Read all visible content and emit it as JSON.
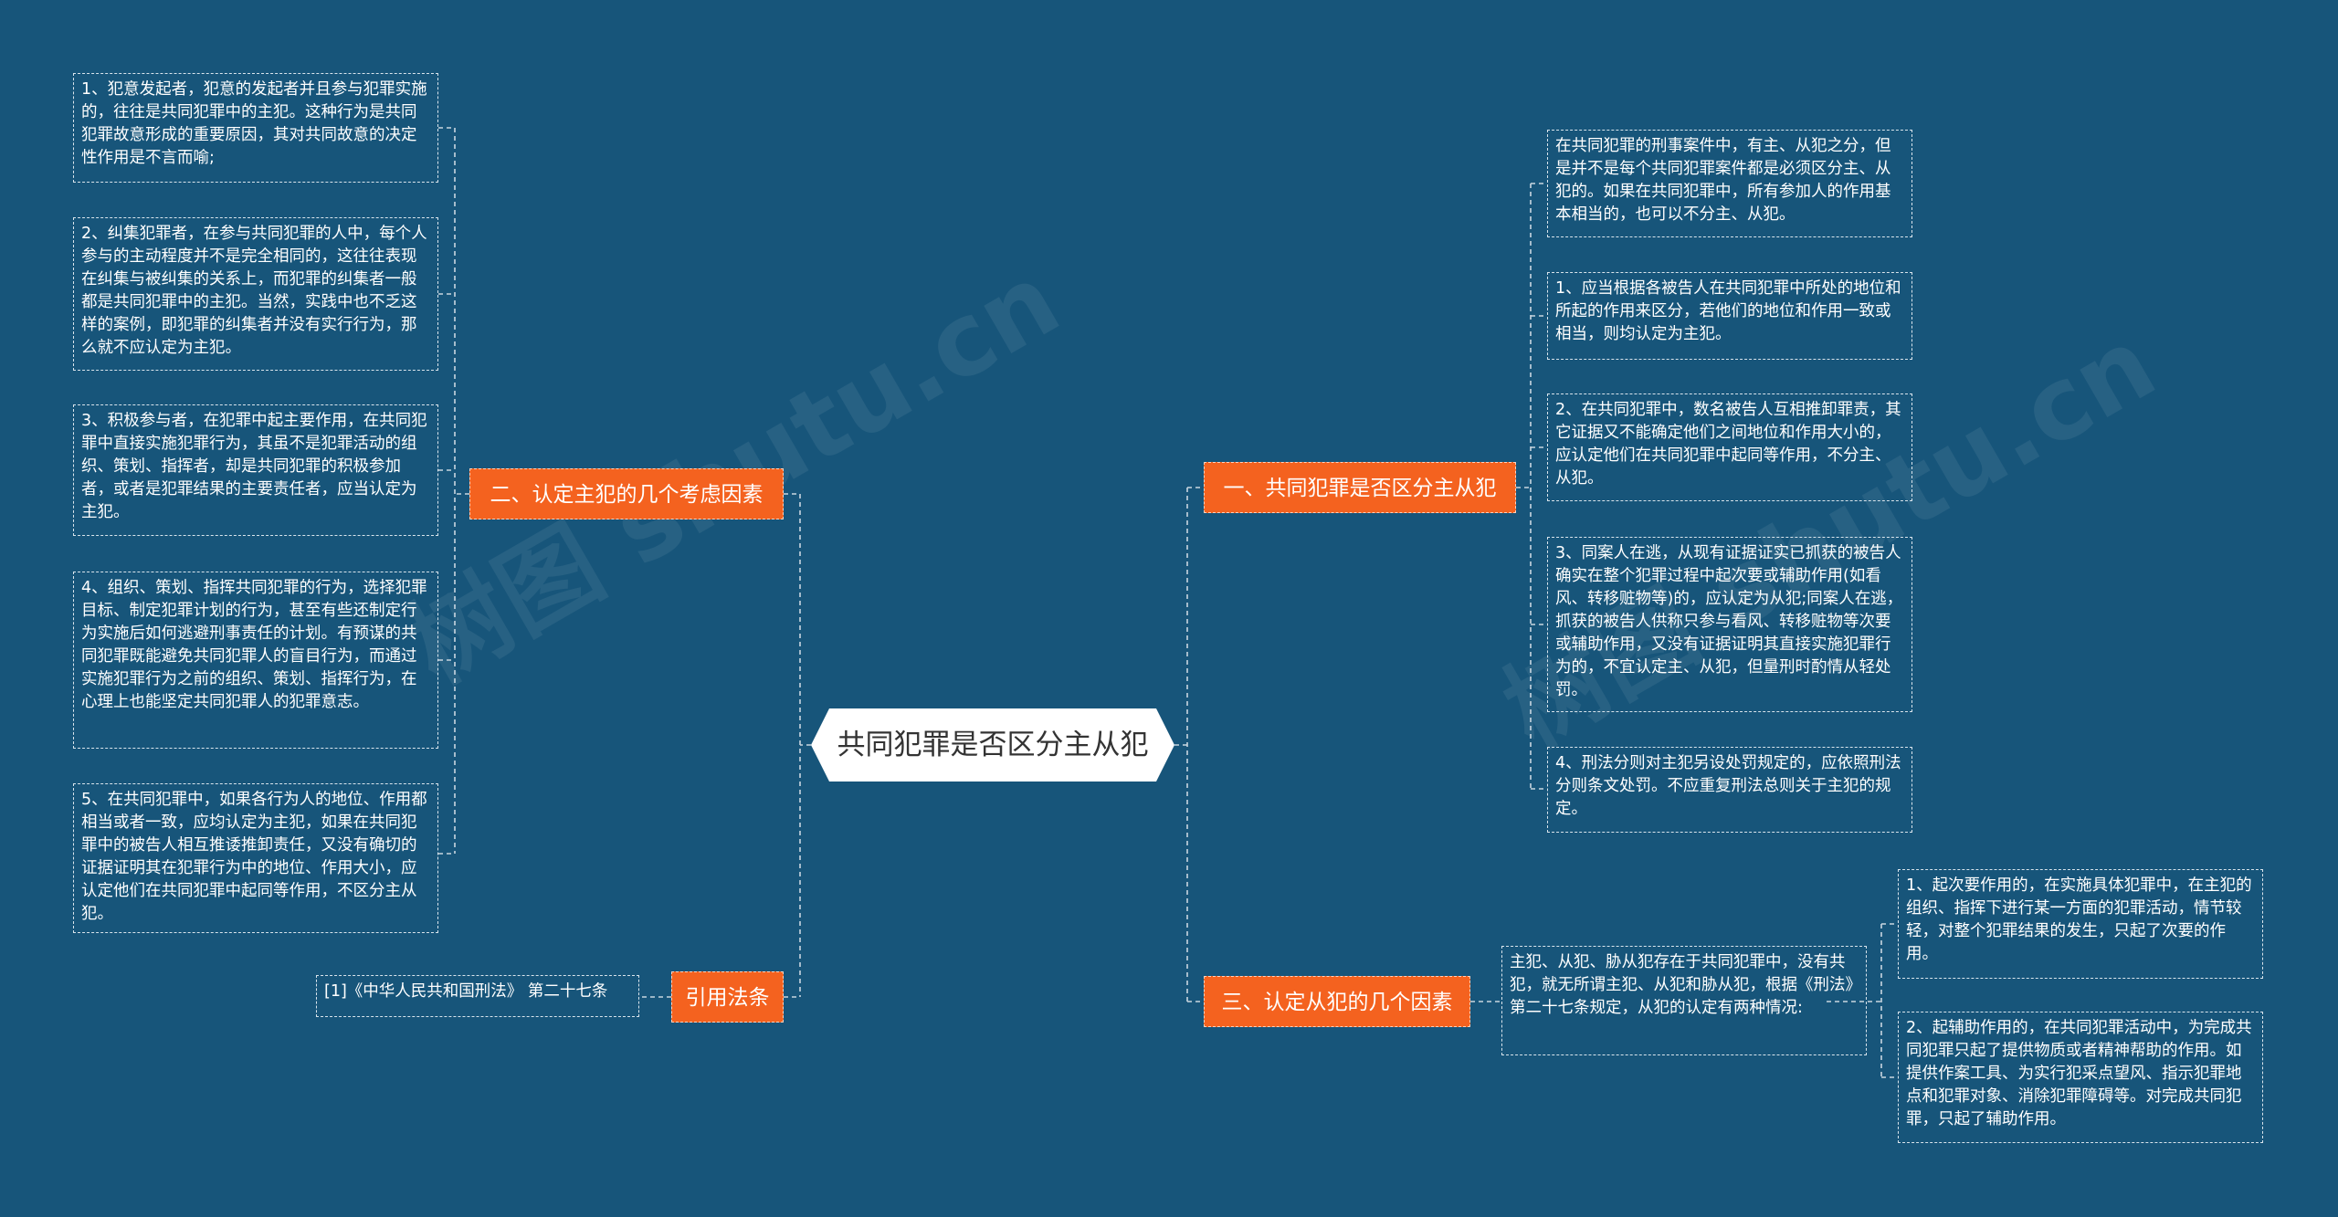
{
  "root": {
    "title": "共同犯罪是否区分主从犯"
  },
  "watermarks": [
    "树图 shutu.cn",
    "树图 shutu.cn"
  ],
  "branches": {
    "b1": {
      "label": "一、共同犯罪是否区分主从犯",
      "leaves": [
        "在共同犯罪的刑事案件中，有主、从犯之分，但是并不是每个共同犯罪案件都是必须区分主、从犯的。如果在共同犯罪中，所有参加人的作用基本相当的，也可以不分主、从犯。",
        "1、应当根据各被告人在共同犯罪中所处的地位和所起的作用来区分，若他们的地位和作用一致或相当，则均认定为主犯。",
        "2、在共同犯罪中，数名被告人互相推卸罪责，其它证据又不能确定他们之间地位和作用大小的，应认定他们在共同犯罪中起同等作用，不分主、从犯。",
        "3、同案人在逃，从现有证据证实已抓获的被告人确实在整个犯罪过程中起次要或辅助作用(如看风、转移赃物等)的，应认定为从犯;同案人在逃，抓获的被告人供称只参与看风、转移赃物等次要或辅助作用，又没有证据证明其直接实施犯罪行为的，不宜认定主、从犯，但量刑时酌情从轻处罚。",
        "4、刑法分则对主犯另设处罚规定的，应依照刑法分则条文处罚。不应重复刑法总则关于主犯的规定。"
      ]
    },
    "b2": {
      "label": "二、认定主犯的几个考虑因素",
      "leaves": [
        "1、犯意发起者，犯意的发起者并且参与犯罪实施的，往往是共同犯罪中的主犯。这种行为是共同犯罪故意形成的重要原因，其对共同故意的决定性作用是不言而喻;",
        "2、纠集犯罪者，在参与共同犯罪的人中，每个人参与的主动程度并不是完全相同的，这往往表现在纠集与被纠集的关系上，而犯罪的纠集者一般都是共同犯罪中的主犯。当然，实践中也不乏这样的案例，即犯罪的纠集者并没有实行行为，那么就不应认定为主犯。",
        "3、积极参与者，在犯罪中起主要作用，在共同犯罪中直接实施犯罪行为，其虽不是犯罪活动的组织、策划、指挥者，却是共同犯罪的积极参加者，或者是犯罪结果的主要责任者，应当认定为主犯。",
        "4、组织、策划、指挥共同犯罪的行为，选择犯罪目标、制定犯罪计划的行为，甚至有些还制定行为实施后如何逃避刑事责任的计划。有预谋的共同犯罪既能避免共同犯罪人的盲目行为，而通过实施犯罪行为之前的组织、策划、指挥行为，在心理上也能坚定共同犯罪人的犯罪意志。",
        "5、在共同犯罪中，如果各行为人的地位、作用都相当或者一致，应均认定为主犯，如果在共同犯罪中的被告人相互推诿推卸责任，又没有确切的证据证明其在犯罪行为中的地位、作用大小，应认定他们在共同犯罪中起同等作用，不区分主从犯。"
      ]
    },
    "b3": {
      "label": "三、认定从犯的几个因素",
      "intro": "主犯、从犯、胁从犯存在于共同犯罪中，没有共犯，就无所谓主犯、从犯和胁从犯，根据《刑法》第二十七条规定，从犯的认定有两种情况:",
      "leaves": [
        "1、起次要作用的，在实施具体犯罪中，在主犯的组织、指挥下进行某一方面的犯罪活动，情节较轻，对整个犯罪结果的发生，只起了次要的作用。",
        "2、起辅助作用的，在共同犯罪活动中，为完成共同犯罪只起了提供物质或者精神帮助的作用。如提供作案工具、为实行犯采点望风、指示犯罪地点和犯罪对象、消除犯罪障碍等。对完成共同犯罪，只起了辅助作用。"
      ]
    },
    "b4": {
      "label": "引用法条",
      "leaves": [
        "[1]《中华人民共和国刑法》 第二十七条"
      ]
    }
  }
}
